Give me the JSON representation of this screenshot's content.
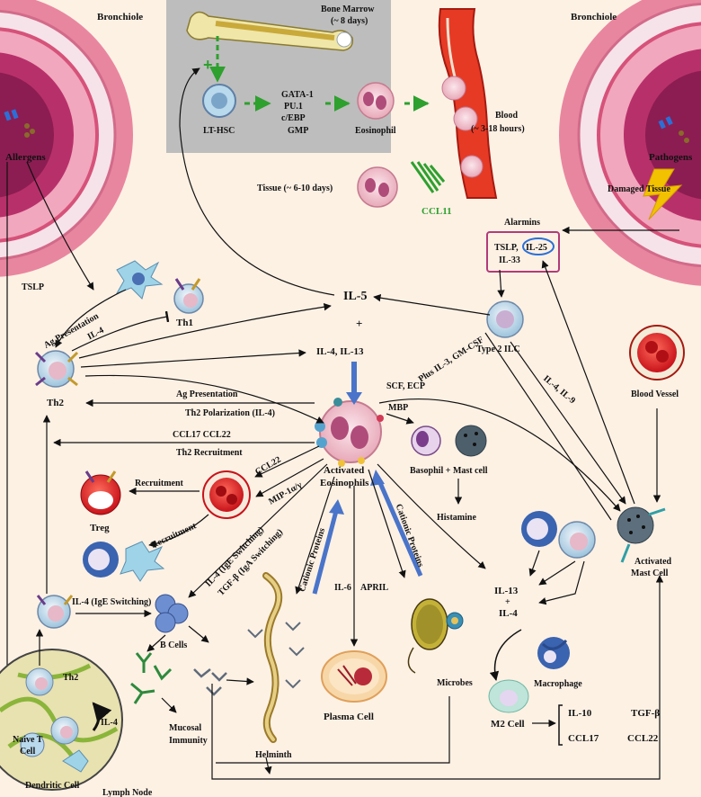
{
  "left_bronchiole": {
    "title": "Bronchiole",
    "allergens": "Allergens"
  },
  "right_bronchiole": {
    "title": "Bronchiole",
    "pathogens": "Pathogens",
    "damaged_tissue": "Damaged Tissue"
  },
  "bone_marrow": {
    "title": "Bone Marrow",
    "duration": "(~ 8 days)",
    "plus": "+",
    "lt_hsc": "LT-HSC",
    "factors": [
      "GATA-1",
      "PU.1",
      "c/EBP"
    ],
    "gmp": "GMP",
    "eosinophil": "Eosinophil"
  },
  "blood": {
    "title": "Blood",
    "duration": "(~ 3-18 hours)"
  },
  "tissue": {
    "label": "Tissue (~ 6-10 days)",
    "ccl11": "CCL11"
  },
  "alarmins": {
    "title": "Alarmins",
    "line1a": "TSLP,",
    "line1b": "IL-25",
    "line2": "IL-33"
  },
  "center": {
    "il5": "IL-5",
    "plus": "+",
    "il4_il13": "IL-4, IL-13",
    "activated_eos": [
      "Activated",
      "Eosinophils"
    ],
    "scf_ecp": "SCF, ECP",
    "mbp": "MBP",
    "plus_il3": "Plus IL-3, GM-CSF",
    "il4_il9": "IL-4, IL-9",
    "type2_ilc": "Type 2 ILC"
  },
  "th_cells": {
    "tslp": "TSLP",
    "ag_presentation": "Ag Presentation",
    "il4": "IL-4",
    "th1": "Th1",
    "th2": "Th2",
    "ag_presentation2": "Ag Presentation",
    "th2_polarization": "Th2 Polarization (IL-4)",
    "ccl17_ccl22": "CCL17 CCL22",
    "th2_recruitment": "Th2 Recruitment"
  },
  "recruitment": {
    "ccl22": "CCL22",
    "mip": "MIP-1α/γ",
    "recruitment1": "Recruitment",
    "recruitment2": "Recruitment",
    "treg": "Treg"
  },
  "b_cells": {
    "il4_ige": "IL-4 (IgE Switching)",
    "tgf_iga": "TGF-β (IgA Switching)",
    "il4_ige2": "IL-4 (IgE Switching)",
    "b_cells": "B Cells",
    "mucosal": [
      "Mucosal",
      "Immunity"
    ],
    "cationic1": "Cationic Proteins",
    "cationic2": "Cationic Proteins",
    "helminth": "Helminth"
  },
  "plasma": {
    "il6": "IL-6",
    "april": "APRIL",
    "plasma_cell": "Plasma Cell",
    "microbes": "Microbes"
  },
  "mast": {
    "basophil_mast": "Basophil + Mast cell",
    "histamine": "Histamine",
    "blood_vessel": "Blood Vessel",
    "activated_mast": [
      "Activated",
      "Mast Cell"
    ]
  },
  "macrophage": {
    "il13": "IL-13",
    "plus": "+",
    "il4": "IL-4",
    "macrophage": "Macrophage",
    "m2_cell": "M2 Cell",
    "il10": "IL-10",
    "tgf": "TGF-β",
    "ccl17": "CCL17",
    "ccl22": "CCL22"
  },
  "lymph_node": {
    "th2": "Th2",
    "il4": "IL-4",
    "naive_t": [
      "Naive T",
      "Cell"
    ],
    "dendritic": "Dendritic Cell",
    "lymph_node": "Lymph Node"
  },
  "colors": {
    "background": "#fdf1e4",
    "bronchiole": "#d9487a",
    "bone_marrow_box": "#bdbdbd",
    "blood_vessel": "#e63a25",
    "green_arrow": "#2ea02e",
    "blue_arrow": "#4a74c9",
    "alarmins_border": "#b23a79"
  }
}
